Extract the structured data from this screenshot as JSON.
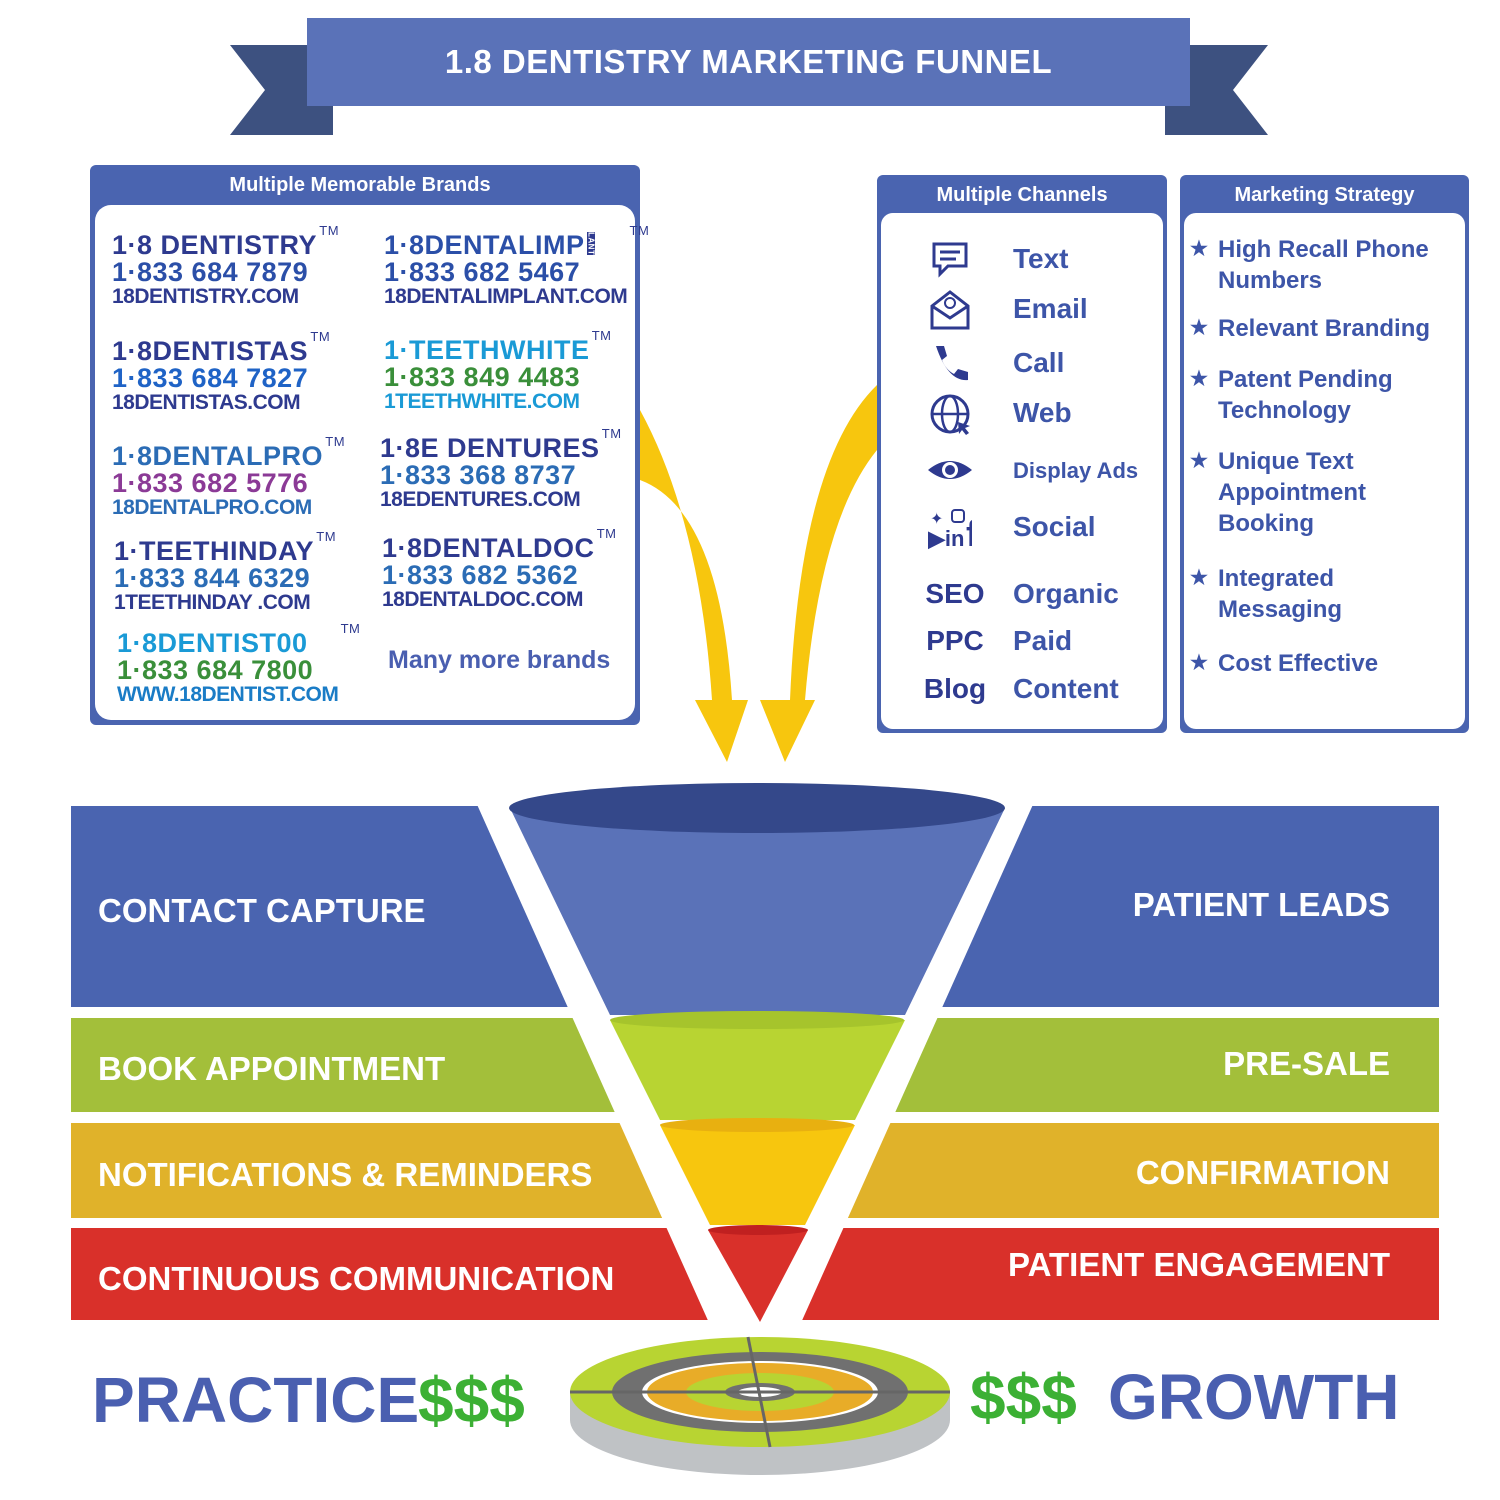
{
  "title": "1.8 DENTISTRY MARKETING FUNNEL",
  "brands_panel": {
    "heading": "Multiple Memorable Brands",
    "items": [
      {
        "name": "1·8 DENTISTRY",
        "phone": "1·833 684 7879",
        "url": "18DENTISTRY.COM",
        "tm": "TM",
        "colors": [
          "#2e3a8f",
          "#2b4fa8",
          "#2e3a8f"
        ]
      },
      {
        "name": "1·8DENTALIMP",
        "phone": "1·833 682 5467",
        "url": "18DENTALIMPLANT.COM",
        "tm": "TM",
        "tag": "LANT",
        "colors": [
          "#2b4fa8",
          "#2b4fa8",
          "#2e3a8f"
        ]
      },
      {
        "name": "1·8DENTISTAS",
        "phone": "1·833 684 7827",
        "url": "18DENTISTAS.COM",
        "tm": "TM",
        "colors": [
          "#2e3a8f",
          "#1f63c6",
          "#2e3a8f"
        ]
      },
      {
        "name": "1·TEETHWHITE",
        "phone": "1·833 849 4483",
        "url": "1TEETHWHITE.COM",
        "tm": "TM",
        "colors": [
          "#1a9ad6",
          "#3a8f3a",
          "#1a9ad6"
        ]
      },
      {
        "name": "1·8DENTALPRO",
        "phone": "1·833 682 5776",
        "url": "18DENTALPRO.COM",
        "tm": "TM",
        "colors": [
          "#2b6cb5",
          "#8b3a96",
          "#2b6cb5"
        ]
      },
      {
        "name": "1·8E DENTURES",
        "phone": "1·833 368 8737",
        "url": "18EDENTURES.COM",
        "tm": "TM",
        "colors": [
          "#2e3a8f",
          "#2b6cb5",
          "#2e3a8f"
        ]
      },
      {
        "name": "1·TEETHINDAY",
        "phone": "1·833 844 6329",
        "url": "1TEETHINDAY .COM",
        "tm": "TM",
        "colors": [
          "#2e3a8f",
          "#2b6cb5",
          "#2e3a8f"
        ]
      },
      {
        "name": "1·8DENTALDOC",
        "phone": "1·833 682 5362",
        "url": "18DENTALDOC.COM",
        "tm": "TM",
        "colors": [
          "#2e3a8f",
          "#2b6cb5",
          "#2e3a8f"
        ]
      },
      {
        "name": "1·8DENTIST00",
        "phone": "1·833 684 7800",
        "url": "WWW.18DENTIST.COM",
        "tm": "TM",
        "colors": [
          "#1a9ad6",
          "#3a8f3a",
          "#1a7cc6"
        ]
      }
    ],
    "more": "Many more brands"
  },
  "channels_panel": {
    "heading": "Multiple Channels",
    "items": [
      {
        "icon": "chat-icon",
        "label": "Text"
      },
      {
        "icon": "email-icon",
        "label": "Email"
      },
      {
        "icon": "phone-icon",
        "label": "Call"
      },
      {
        "icon": "globe-icon",
        "label": "Web"
      },
      {
        "icon": "eye-icon",
        "label": "Display Ads"
      },
      {
        "icon": "social-icons",
        "label": "Social"
      },
      {
        "prefix": "SEO",
        "label": "Organic"
      },
      {
        "prefix": "PPC",
        "label": "Paid"
      },
      {
        "prefix": "Blog",
        "label": "Content"
      }
    ]
  },
  "strategy_panel": {
    "heading": "Marketing Strategy",
    "items": [
      "High Recall Phone Numbers",
      "Relevant Branding",
      "Patent Pending Technology",
      "Unique Text Appointment Booking",
      "Integrated Messaging",
      "Cost Effective"
    ]
  },
  "funnel": {
    "left": [
      "CONTACT CAPTURE",
      "BOOK APPOINTMENT",
      "NOTIFICATIONS & REMINDERS",
      "CONTINUOUS COMMUNICATION"
    ],
    "right": [
      "PATIENT LEADS",
      "PRE-SALE",
      "CONFIRMATION",
      "PATIENT ENGAGEMENT"
    ],
    "colors": [
      "#4a64b0",
      "#a3bf3a",
      "#e0b22a",
      "#d9302a"
    ]
  },
  "footer": {
    "left_word": "PRACTICE",
    "dollars": "$$$",
    "right_word": "GROWTH"
  }
}
